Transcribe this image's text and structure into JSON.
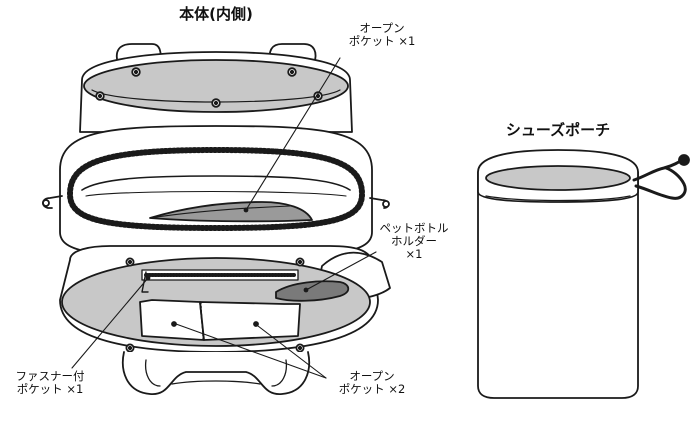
{
  "titles": {
    "main_body": "本体(内側)",
    "shoe_pouch": "シューズポーチ"
  },
  "callouts": {
    "open_pocket_top": [
      "オープン",
      "ポケット ×1"
    ],
    "bottle_holder": [
      "ペットボトル",
      "ホルダー",
      "×1"
    ],
    "zipper_pocket": [
      "ファスナー付",
      "ポケット ×1"
    ],
    "open_pocket_bottom": [
      "オープン",
      "ポケット ×2"
    ]
  },
  "colors": {
    "line": "#1a1a1a",
    "pocket_fill": "#c8c8c8",
    "dark_fill": "#7a7a7a",
    "panel_fill": "#ffffff"
  }
}
